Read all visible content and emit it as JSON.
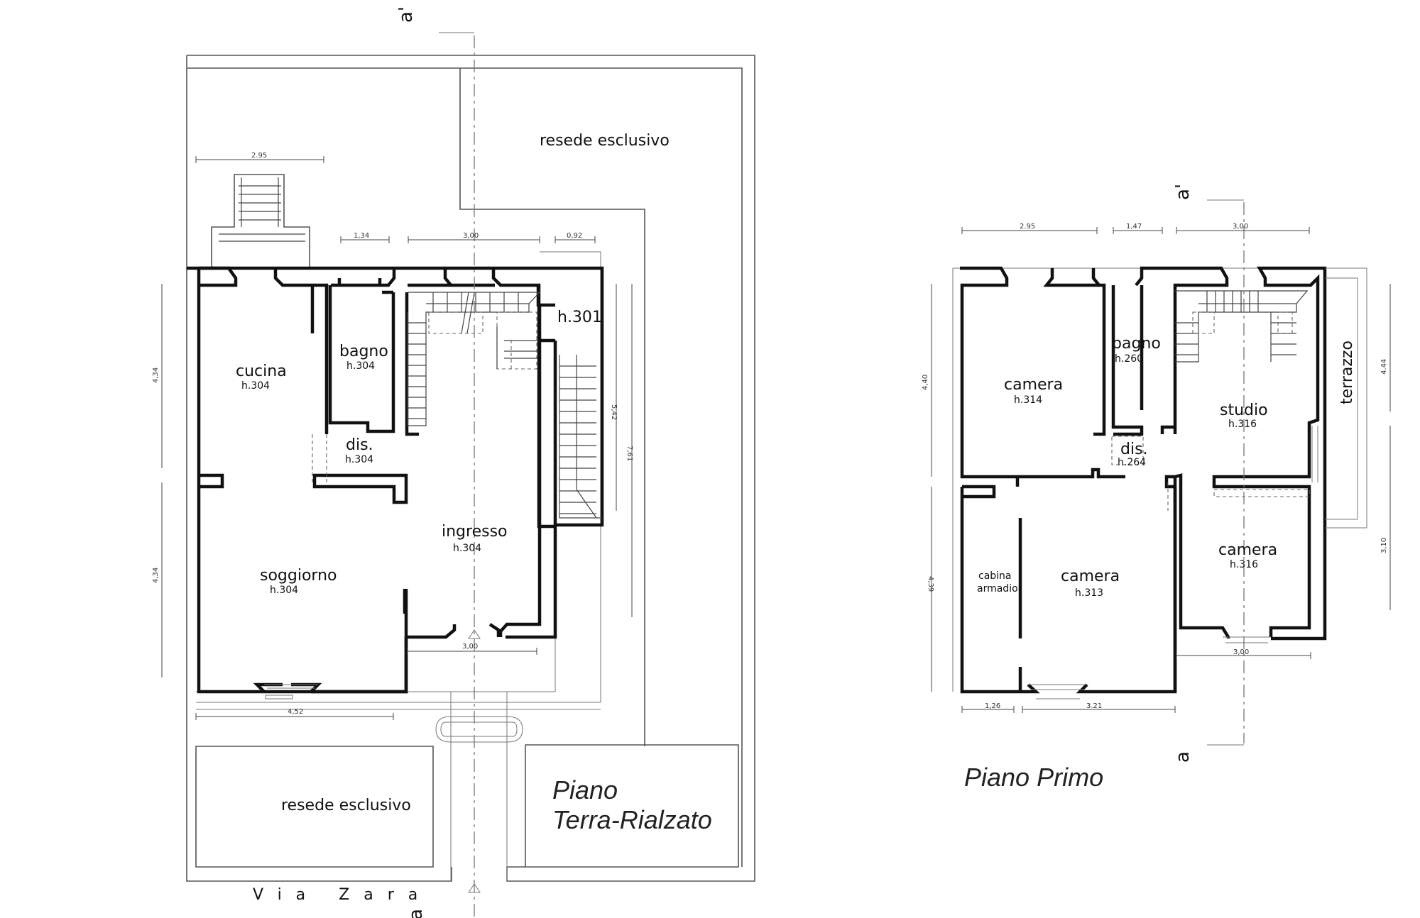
{
  "section_marker_top_left": "a'",
  "section_marker_bottom_left": "a",
  "section_marker_top_right": "a'",
  "section_marker_bottom_right": "a",
  "ground_floor": {
    "title_line1": "Piano",
    "title_line2": "Terra-Rialzato",
    "street": "Via Zara",
    "rooms": {
      "cucina": {
        "name": "cucina",
        "height": "h.304"
      },
      "bagno": {
        "name": "bagno",
        "height": "h.304"
      },
      "h301": {
        "name": "",
        "height": "h.301"
      },
      "dis": {
        "name": "dis.",
        "height": "h.304"
      },
      "ingresso": {
        "name": "ingresso",
        "height": "h.304"
      },
      "soggiorno": {
        "name": "soggiorno",
        "height": "h.304"
      }
    },
    "resede_top": "resede esclusivo",
    "resede_bottom": "resede esclusivo",
    "dimensions": {
      "d_295": "2.95",
      "d_134": "1,34",
      "d_300_top": "3,00",
      "d_092": "0,92",
      "d_434_upper": "4,34",
      "d_434_lower": "4,34",
      "d_542": "5,42",
      "d_761": "7,61",
      "d_300_entry": "3,00",
      "d_452": "4,52"
    }
  },
  "first_floor": {
    "title": "Piano Primo",
    "rooms": {
      "camera_nw": {
        "name": "camera",
        "height": "h.314"
      },
      "bagno": {
        "name": "bagno",
        "height": "h.260"
      },
      "studio": {
        "name": "studio",
        "height": "h.316"
      },
      "dis": {
        "name": "dis.",
        "height": "h.264"
      },
      "terrazzo": {
        "name": "terrazzo"
      },
      "cabina": {
        "line1": "cabina",
        "line2": "armadio"
      },
      "camera_sw": {
        "name": "camera",
        "height": "h.313"
      },
      "camera_se": {
        "name": "camera",
        "height": "h.316"
      }
    },
    "dimensions": {
      "d_295": "2.95",
      "d_147": "1,47",
      "d_300_top": "3,00",
      "d_440": "4,40",
      "d_444": "4.44",
      "d_439": "4,39",
      "d_310": "3,10",
      "d_300_bottom": "3,00",
      "d_126": "1,26",
      "d_321": "3.21"
    }
  }
}
